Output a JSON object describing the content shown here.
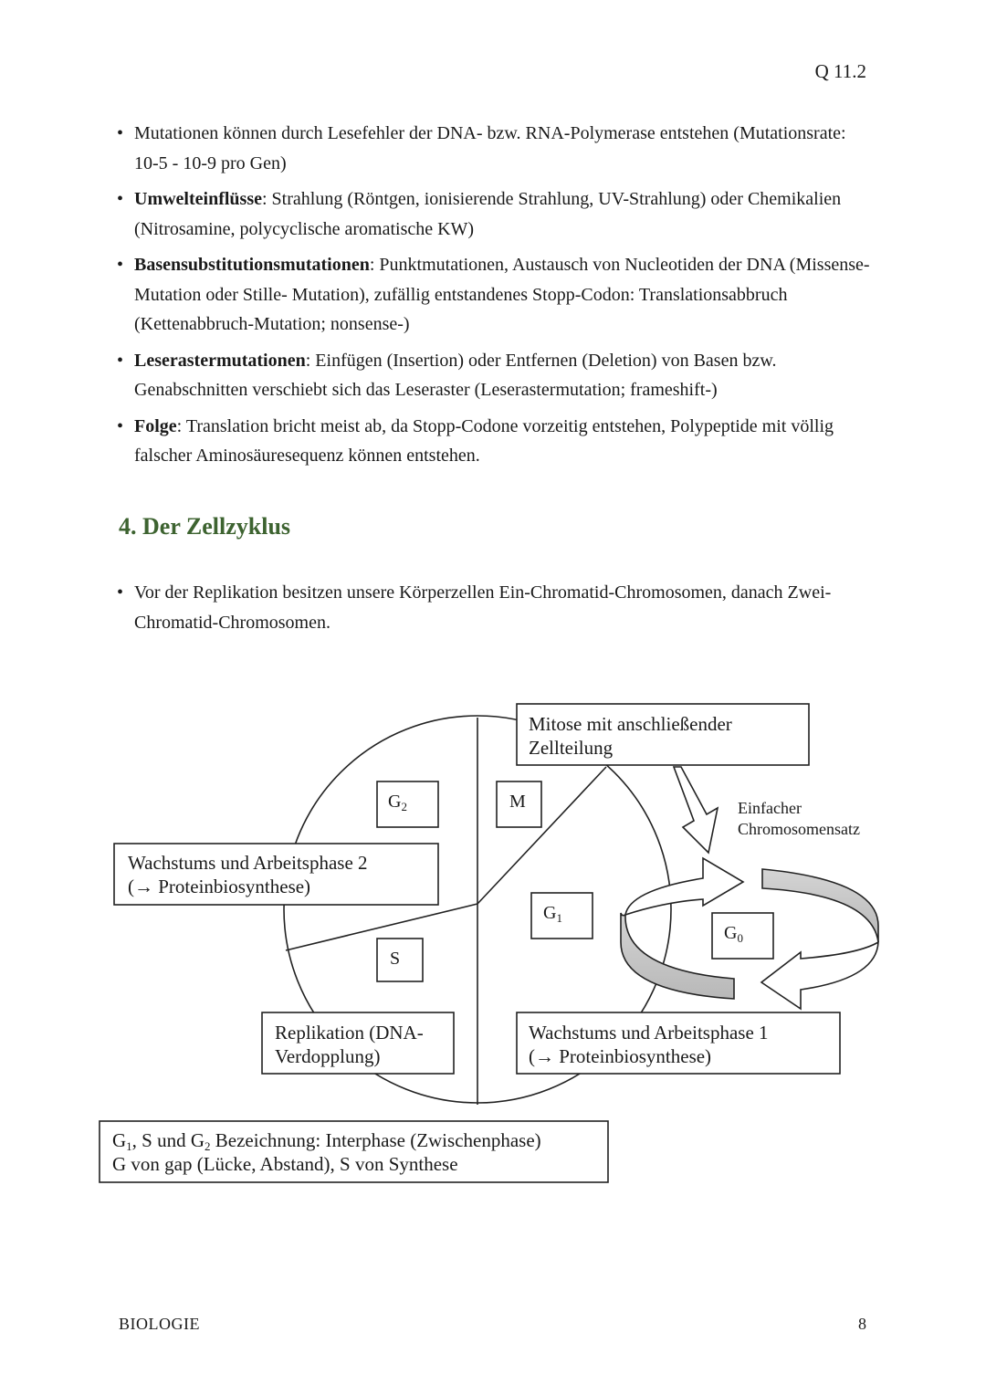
{
  "header": {
    "course": "Q 11.2"
  },
  "mutations": [
    {
      "bold": "",
      "text": "Mutationen können durch Lesefehler der DNA- bzw. RNA-Polymerase entstehen (Mutationsrate: 10-5 - 10-9 pro Gen)"
    },
    {
      "bold": "Umwelteinflüsse",
      "text": ": Strahlung (Röntgen, ionisierende Strahlung, UV-Strahlung) oder Chemikalien (Nitrosamine, polycyclische aromatische KW)"
    },
    {
      "bold": "Basensubstitutionsmutationen",
      "text": ": Punktmutationen, Austausch von Nucleotiden der DNA (Missense-Mutation oder Stille- Mutation), zufällig entstandenes Stopp-Codon: Translationsabbruch (Kettenabbruch-Mutation; nonsense-)"
    },
    {
      "bold": "Leserastermutationen",
      "text": ": Einfügen (Insertion) oder Entfernen (Deletion) von Basen bzw. Genabschnitten verschiebt sich das Leseraster (Leserastermutation; frameshift-)"
    },
    {
      "bold": "Folge",
      "text": ": Translation bricht meist ab, da Stopp-Codone vorzeitig entstehen, Polypeptide mit völlig falscher Aminosäuresequenz können entstehen."
    }
  ],
  "section": {
    "title": "4. Der Zellzyklus"
  },
  "zellzyklus_bullets": [
    {
      "text": "Vor der Replikation besitzen unsere Körperzellen Ein-Chromatid-Chromosomen, danach Zwei-Chromatid-Chromosomen."
    }
  ],
  "diagram": {
    "phases": {
      "g2": {
        "letter": "G",
        "sub": "2"
      },
      "m": {
        "letter": "M"
      },
      "g1": {
        "letter": "G",
        "sub": "1"
      },
      "s": {
        "letter": "S"
      },
      "g0": {
        "letter": "G",
        "sub": "0"
      }
    },
    "labels": {
      "mitose_1": "Mitose mit anschließender",
      "mitose_2": "Zellteilung",
      "g2_desc_1": "Wachstums und Arbeitsphase 2",
      "g2_desc_2": "(→ Proteinbiosynthese)",
      "s_desc_1": "Replikation (DNA-",
      "s_desc_2": "Verdopplung)",
      "g1_desc_1": "Wachstums und Arbeitsphase 1",
      "g1_desc_2": "(→ Proteinbiosynthese)",
      "chromo_1": "Einfacher",
      "chromo_2": "Chromosomensatz",
      "interphase_1a": "G",
      "interphase_1b": "1",
      "interphase_1c": ", S und G",
      "interphase_1d": "2",
      "interphase_1e": " Bezeichnung: Interphase (Zwischenphase)",
      "interphase_2": "G von gap (Lücke, Abstand), S von Synthese"
    }
  },
  "footer": {
    "subject": "BIOLOGIE",
    "page": "8"
  }
}
